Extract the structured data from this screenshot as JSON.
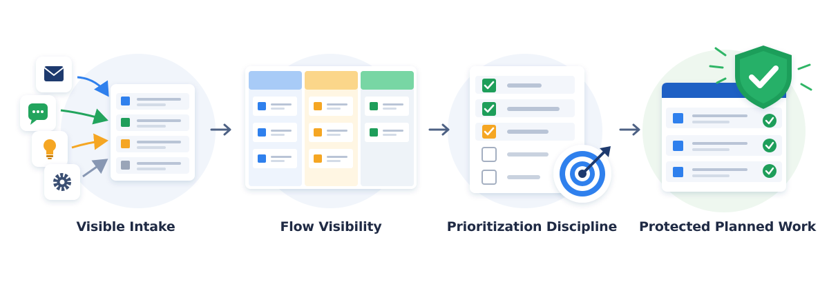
{
  "steps": [
    {
      "label": "Visible Intake"
    },
    {
      "label": "Flow Visibility"
    },
    {
      "label": "Prioritization Discipline"
    },
    {
      "label": "Protected Planned Work"
    }
  ],
  "icons": {
    "sources": [
      "envelope-icon",
      "chat-bubble-icon",
      "lightbulb-icon",
      "gear-icon"
    ],
    "connectors": "right-arrow-icon",
    "target": "target-icon",
    "shield": "shield-check-icon"
  },
  "colors": {
    "label": "#1f2a44",
    "blue": "#2f80ed",
    "green": "#1e9e5a",
    "orange": "#f5a623",
    "gray": "#9aa5b8",
    "navy": "#1e3a6e",
    "bg_circle": "#f1f5fb"
  }
}
